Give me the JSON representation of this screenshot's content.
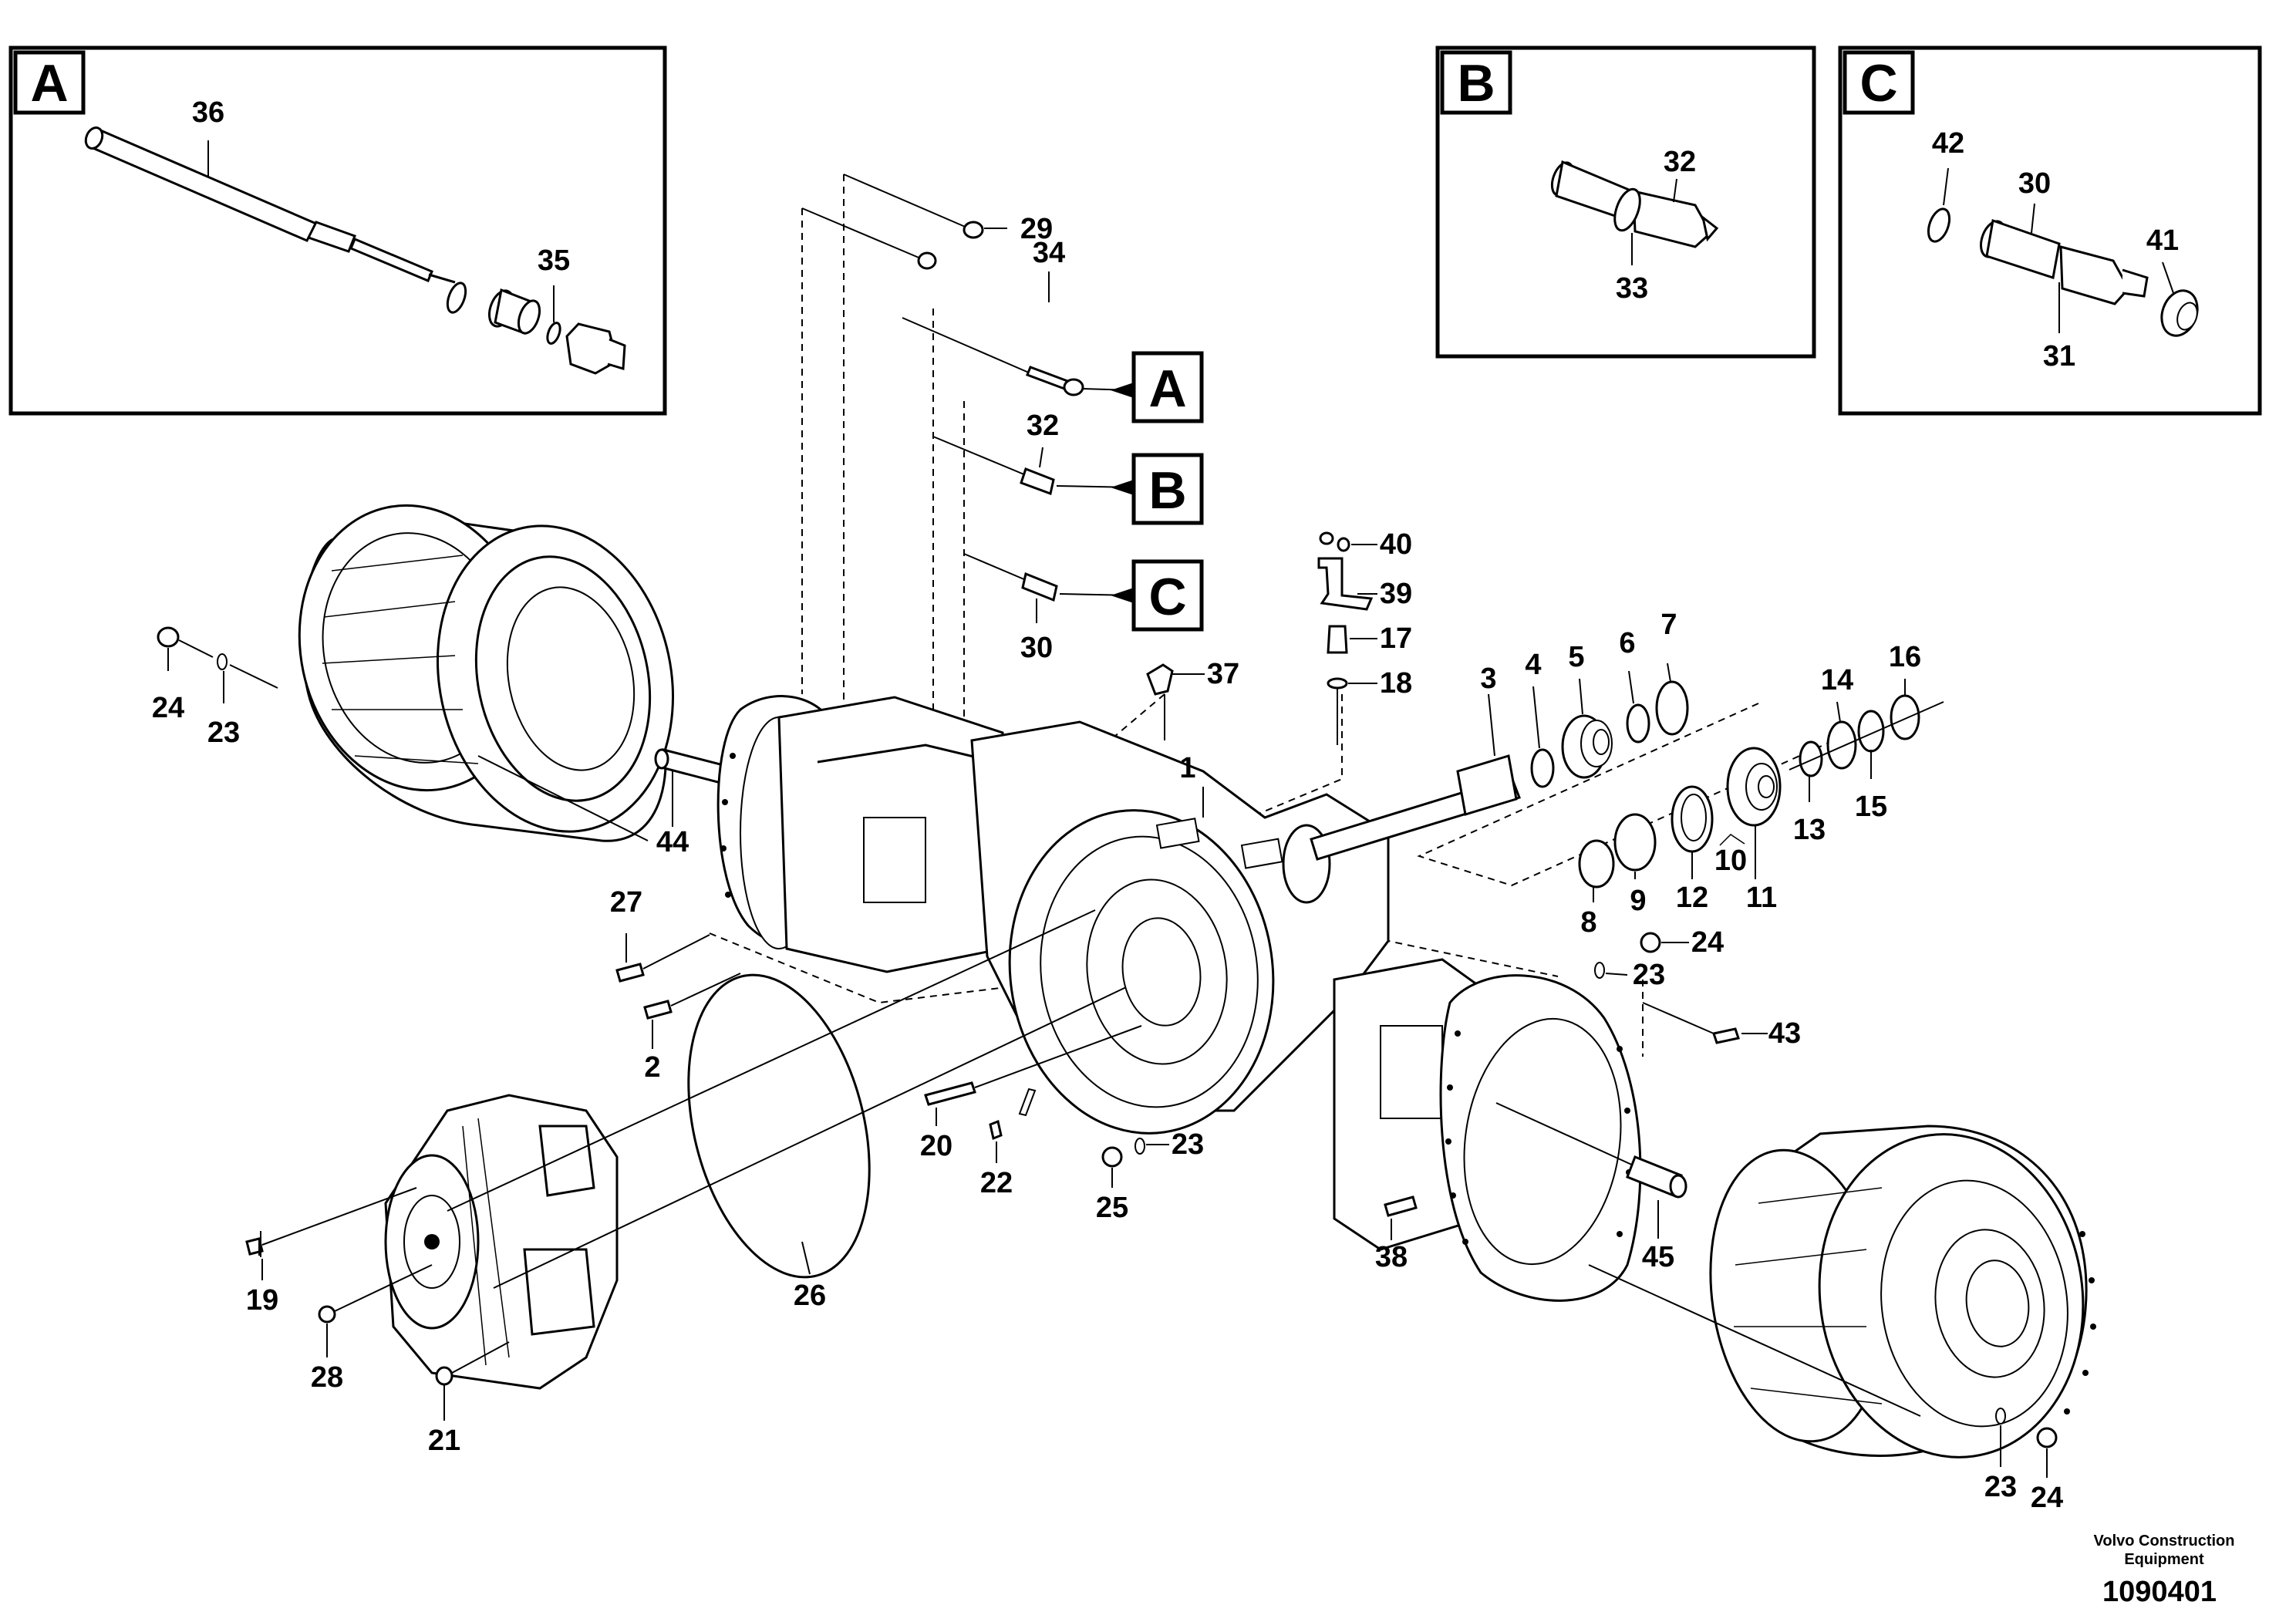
{
  "detail_boxes": [
    {
      "id": "A",
      "letter": "A"
    },
    {
      "id": "B",
      "letter": "B"
    },
    {
      "id": "C",
      "letter": "C"
    }
  ],
  "reference_tags": [
    {
      "id": "A",
      "letter": "A"
    },
    {
      "id": "B",
      "letter": "B"
    },
    {
      "id": "C",
      "letter": "C"
    }
  ],
  "callouts": {
    "c36": "36",
    "c35": "35",
    "b32": "32",
    "b33": "33",
    "c42": "42",
    "c30": "30",
    "c41": "41",
    "c31": "31",
    "n29": "29",
    "n34": "34",
    "n32": "32",
    "n30": "30",
    "n40": "40",
    "n39": "39",
    "n17": "17",
    "n18": "18",
    "n37": "37",
    "n24a": "24",
    "n23a": "23",
    "n44": "44",
    "n1": "1",
    "n3": "3",
    "n4": "4",
    "n5": "5",
    "n6": "6",
    "n7": "7",
    "n14": "14",
    "n16": "16",
    "n13": "13",
    "n15": "15",
    "n8": "8",
    "n9": "9",
    "n12": "12",
    "n10": "10",
    "n11": "11",
    "n27": "27",
    "n2": "2",
    "n24b": "24",
    "n23b": "23",
    "n43": "43",
    "n20": "20",
    "n22": "22",
    "n23c": "23",
    "n25": "25",
    "n19": "19",
    "n28": "28",
    "n21": "21",
    "n26": "26",
    "n38": "38",
    "n45": "45",
    "n23d": "23",
    "n24c": "24"
  },
  "footer": {
    "credit_line1": "Volvo Construction",
    "credit_line2": "Equipment",
    "document_number": "1090401"
  }
}
